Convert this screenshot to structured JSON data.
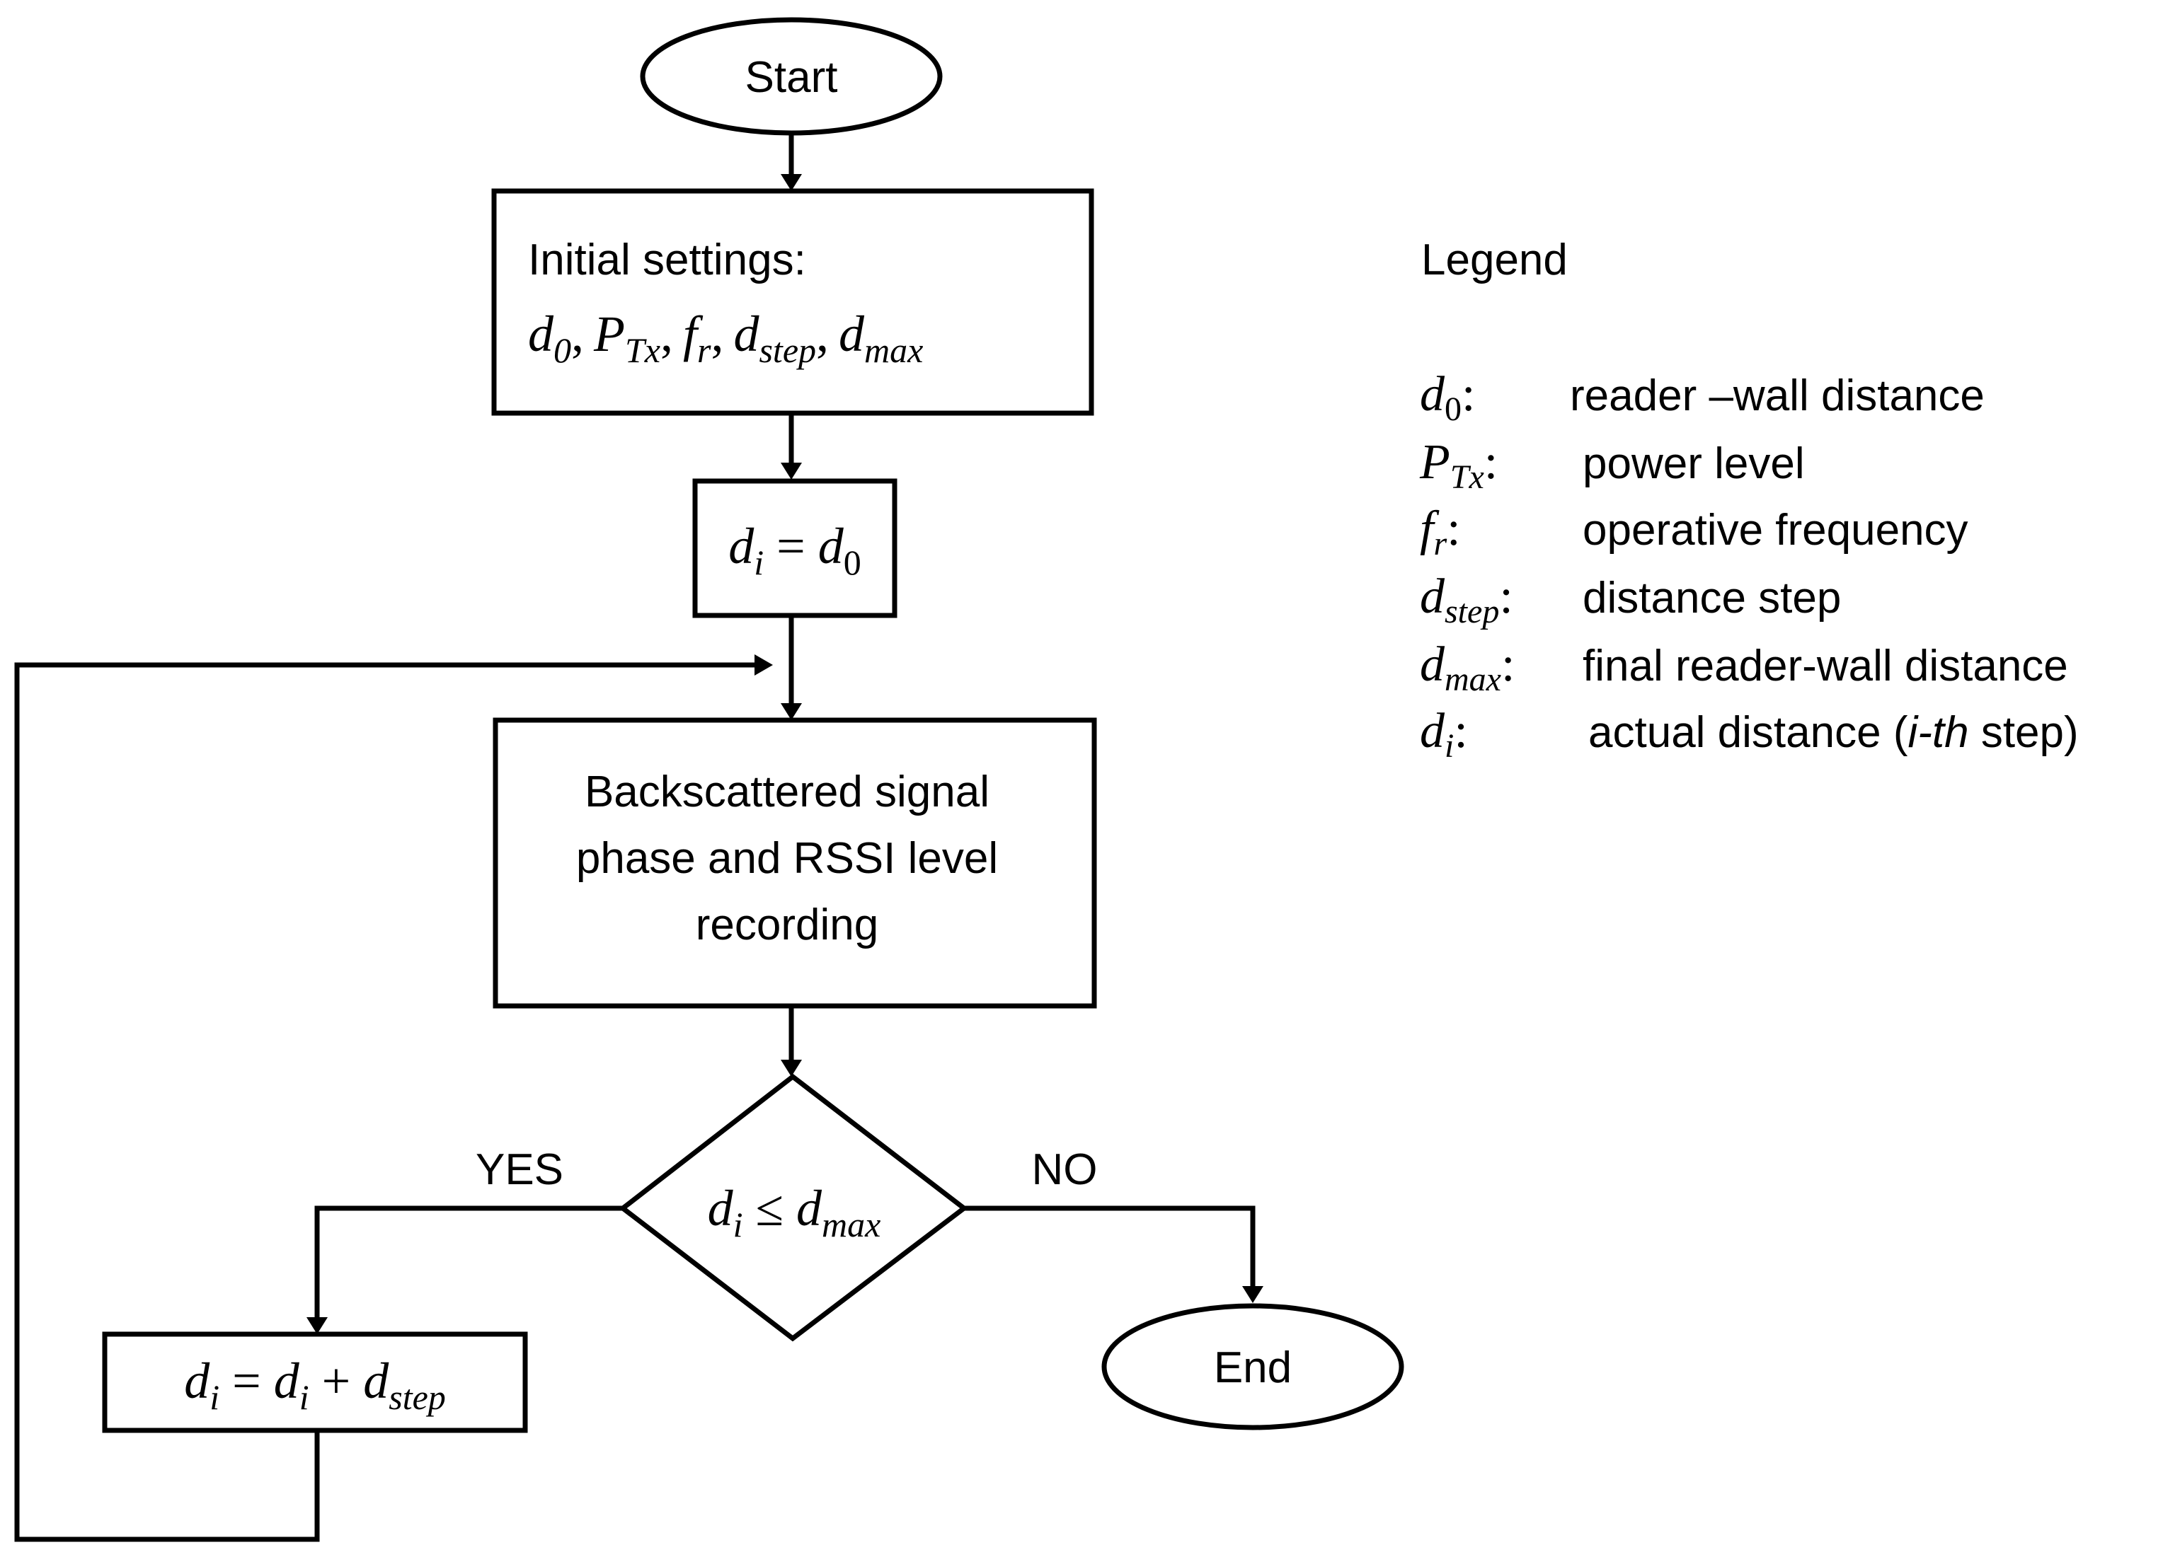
{
  "start": {
    "label": "Start"
  },
  "initial_settings": {
    "title": "Initial settings:",
    "params": [
      {
        "base": "d",
        "sub": "0",
        "sep": ","
      },
      {
        "base": "P",
        "sub": "Tx",
        "sep": ","
      },
      {
        "base": "f",
        "sub": "r",
        "sep": ","
      },
      {
        "base": "d",
        "sub": "step",
        "sep": ","
      },
      {
        "base": "d",
        "sub": "max",
        "sep": ""
      }
    ]
  },
  "assign": {
    "lhs_base": "d",
    "lhs_sub": "i",
    "op": " = ",
    "rhs_base": "d",
    "rhs_sub": "0"
  },
  "recording": {
    "lines": [
      "Backscattered signal",
      "phase and RSSI level",
      "recording"
    ]
  },
  "decision": {
    "lhs_base": "d",
    "lhs_sub": "i",
    "op": " ≤ ",
    "rhs_base": "d",
    "rhs_sub": "max",
    "yes_label": "YES",
    "no_label": "NO"
  },
  "increment": {
    "lhs_base": "d",
    "lhs_sub": "i",
    "op1": " = ",
    "mid_base": "d",
    "mid_sub": "i",
    "op2": " + ",
    "rhs_base": "d",
    "rhs_sub": "step"
  },
  "end": {
    "label": "End"
  },
  "legend": {
    "title": "Legend",
    "items": [
      {
        "base": "d",
        "sub": "0",
        "colon": ":",
        "desc": "reader –wall distance"
      },
      {
        "base": "P",
        "sub": "Tx",
        "colon": ":",
        "desc": "power level"
      },
      {
        "base": "f",
        "sub": "r",
        "colon": ":",
        "desc": "operative frequency"
      },
      {
        "base": "d",
        "sub": "step",
        "colon": ":",
        "desc": "distance step"
      },
      {
        "base": "d",
        "sub": "max",
        "colon": ":",
        "desc": "final reader-wall distance"
      },
      {
        "base": "d",
        "sub": "i",
        "colon": ":",
        "desc_pre": "actual distance (",
        "desc_em": "i-th",
        "desc_post": " step)"
      }
    ]
  }
}
